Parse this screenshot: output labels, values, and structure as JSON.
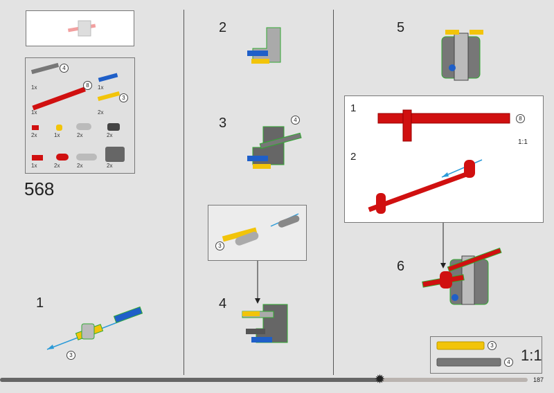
{
  "page_number": "187",
  "set_number": "568",
  "parts_list": {
    "items": [
      {
        "part": "grey-axle",
        "length": "4",
        "qty": "1x"
      },
      {
        "part": "blue-pin",
        "qty": "1x"
      },
      {
        "part": "red-axle",
        "length": "8",
        "qty": "1x"
      },
      {
        "part": "yellow-axle",
        "length": "3",
        "qty": "2x"
      },
      {
        "part": "red-pin",
        "qty": "2x"
      },
      {
        "part": "yellow-bush",
        "qty": "1x"
      },
      {
        "part": "grey-beam-2",
        "qty": "2x"
      },
      {
        "part": "dark-connector",
        "qty": "2x"
      },
      {
        "part": "red-pin-long",
        "qty": "1x"
      },
      {
        "part": "red-bush",
        "qty": "2x"
      },
      {
        "part": "grey-beam-3",
        "qty": "2x"
      },
      {
        "part": "dark-frame",
        "qty": "2x"
      }
    ]
  },
  "steps": [
    {
      "number": "1",
      "callout": "3"
    },
    {
      "number": "2"
    },
    {
      "number": "3",
      "callout": "4"
    },
    {
      "number": "4",
      "subassembly_callout": "3"
    },
    {
      "number": "5"
    },
    {
      "number": "6"
    }
  ],
  "substeps": {
    "first": {
      "number": "1",
      "callout": "8",
      "scale": "1:1"
    },
    "second": {
      "number": "2"
    }
  },
  "scale_box": {
    "scale": "1:1",
    "items": [
      {
        "color": "yellow",
        "length": "3"
      },
      {
        "color": "grey",
        "length": "4"
      }
    ]
  },
  "colors": {
    "background": "#e3e3e3",
    "red": "#d01010",
    "yellow": "#f2c40a",
    "blue": "#1f5fc8",
    "grey": "#9a9a9a",
    "dark": "#555555",
    "arrow": "#2a9ad8"
  },
  "progress": 0.72
}
